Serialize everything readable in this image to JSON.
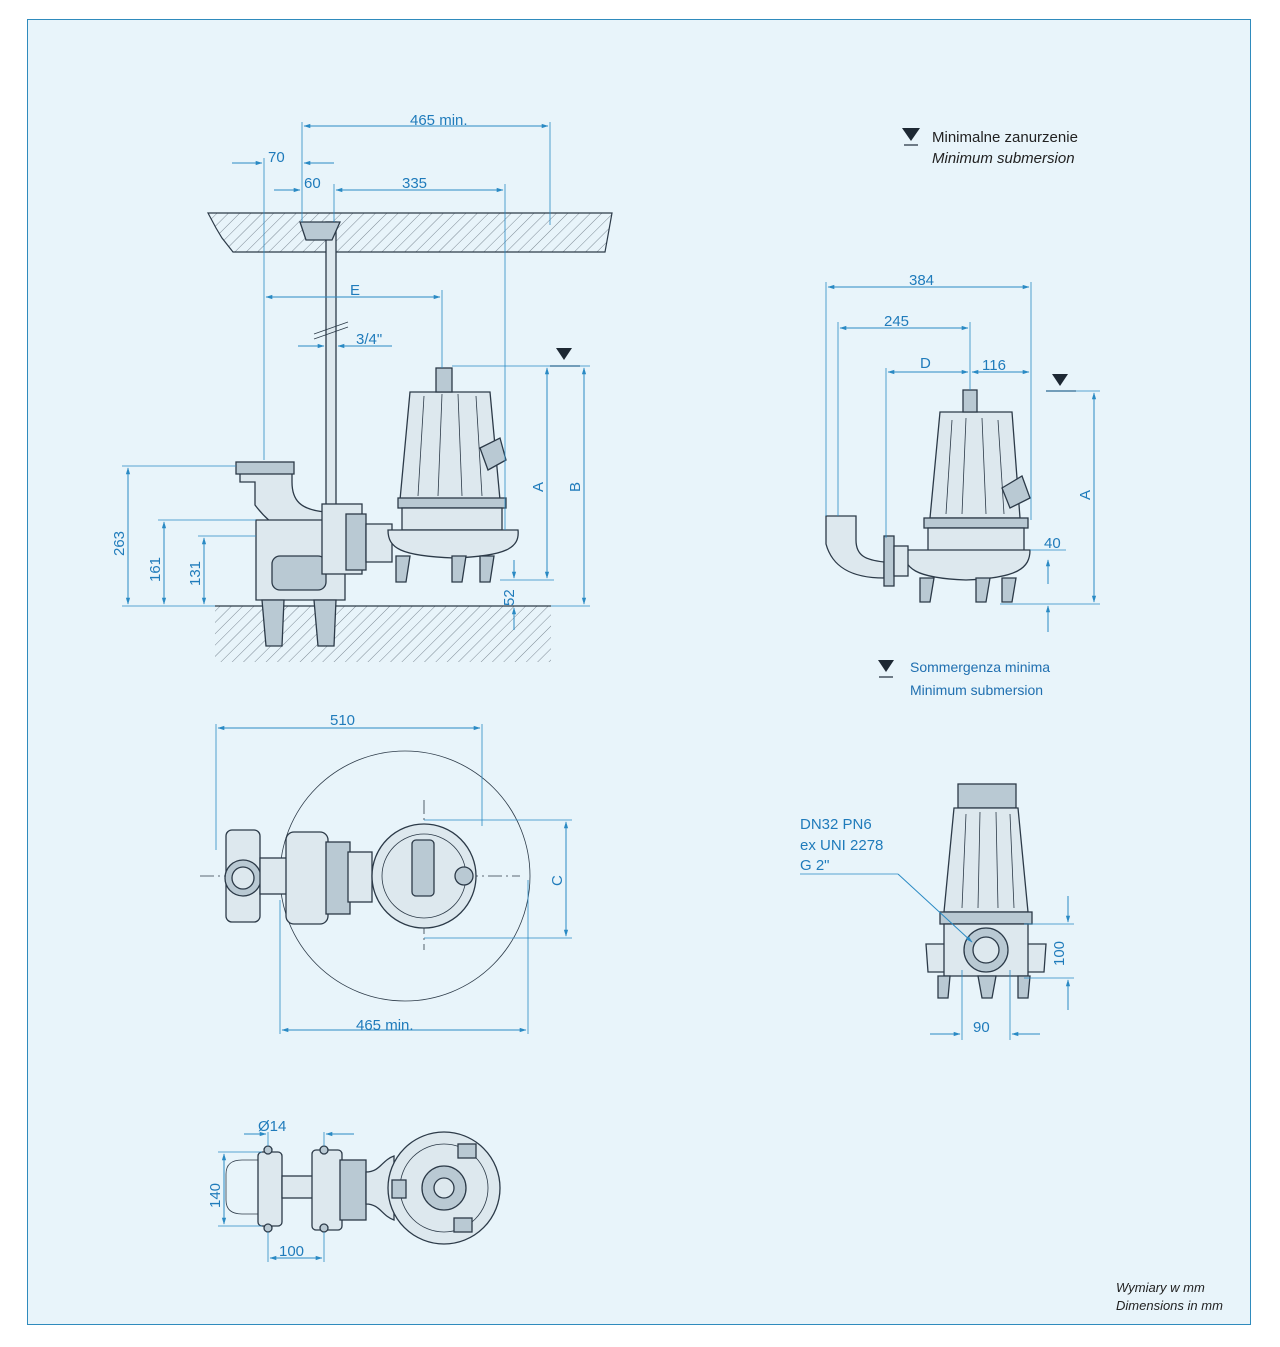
{
  "legend_top": {
    "line1": "Minimalne zanurzenie",
    "line2": "Minimum submersion"
  },
  "legend_mid": {
    "line1": "Sommergenza minima",
    "line2": "Minimum submersion"
  },
  "footer": {
    "line1": "Wymiary w mm",
    "line2": "Dimensions in mm"
  },
  "dims_side": {
    "d465": "465 min.",
    "d70": "70",
    "d60": "60",
    "d335": "335",
    "dE": "E",
    "d34": "3/4\"",
    "dA": "A",
    "dB": "B",
    "d263": "263",
    "d161": "161",
    "d131": "131",
    "d52": "52"
  },
  "dims_right": {
    "d384": "384",
    "d245": "245",
    "dD": "D",
    "d116": "116",
    "dA": "A",
    "d40": "40"
  },
  "dims_plan": {
    "d510": "510",
    "dC": "C",
    "d465": "465 min."
  },
  "dims_front": {
    "flange1": "DN32 PN6",
    "flange2": "ex UNI 2278",
    "flange3": "G 2\"",
    "d100": "100",
    "d90": "90"
  },
  "dims_bottom": {
    "d14": "Ø14",
    "d140": "140",
    "d100": "100"
  },
  "colors": {
    "dimension": "#2a8ac4",
    "background": "#e8f4fa",
    "outline": "#2c3a48"
  }
}
